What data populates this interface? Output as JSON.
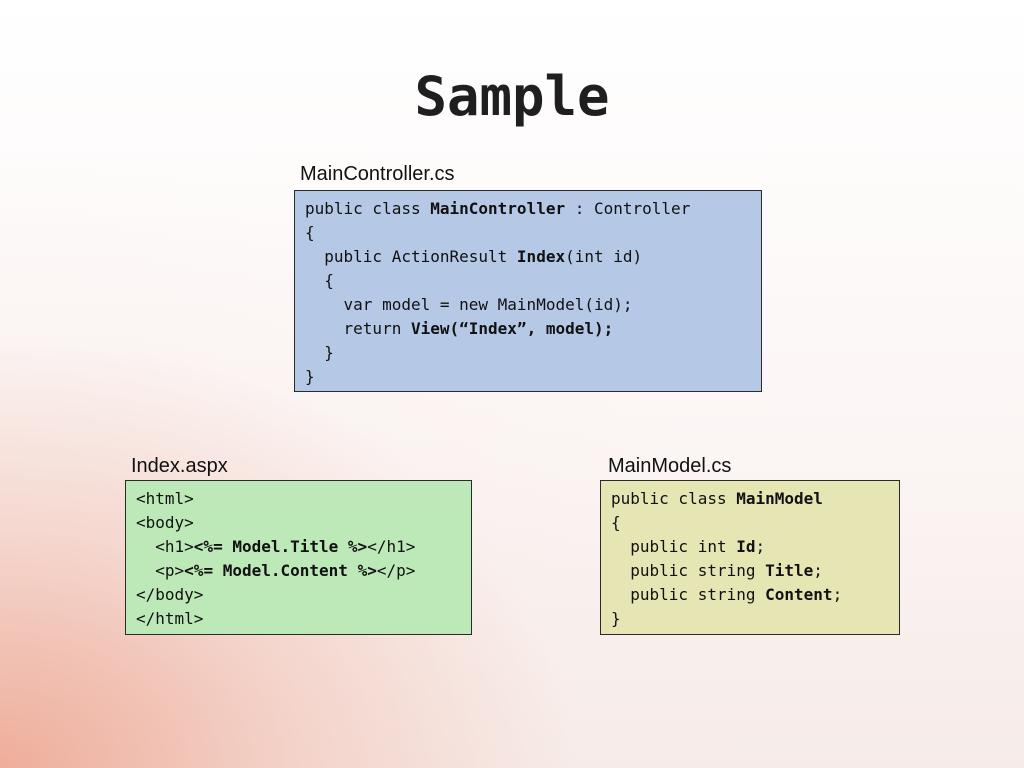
{
  "slide": {
    "title": "Sample"
  },
  "controller": {
    "filename": "MainController.cs",
    "lines": [
      [
        {
          "t": "public class "
        },
        {
          "t": "MainController",
          "b": true
        },
        {
          "t": " : Controller"
        }
      ],
      [
        {
          "t": "{"
        }
      ],
      [
        {
          "t": "  public ActionResult "
        },
        {
          "t": "Index",
          "b": true
        },
        {
          "t": "(int id)"
        }
      ],
      [
        {
          "t": "  {"
        }
      ],
      [
        {
          "t": "    var model = new MainModel(id);"
        }
      ],
      [
        {
          "t": "    return "
        },
        {
          "t": "View(“Index”, model);",
          "b": true
        }
      ],
      [
        {
          "t": "  }"
        }
      ],
      [
        {
          "t": "}"
        }
      ]
    ]
  },
  "view": {
    "filename": "Index.aspx",
    "lines": [
      [
        {
          "t": "<html>"
        }
      ],
      [
        {
          "t": "<body>"
        }
      ],
      [
        {
          "t": "  <h1>"
        },
        {
          "t": "<%= Model.Title %>",
          "b": true
        },
        {
          "t": "</h1>"
        }
      ],
      [
        {
          "t": "  <p>"
        },
        {
          "t": "<%= Model.Content %>",
          "b": true
        },
        {
          "t": "</p>"
        }
      ],
      [
        {
          "t": "</body>"
        }
      ],
      [
        {
          "t": "</html>"
        }
      ]
    ]
  },
  "model": {
    "filename": "MainModel.cs",
    "lines": [
      [
        {
          "t": "public class "
        },
        {
          "t": "MainModel",
          "b": true
        }
      ],
      [
        {
          "t": "{"
        }
      ],
      [
        {
          "t": "  public int "
        },
        {
          "t": "Id",
          "b": true
        },
        {
          "t": ";"
        }
      ],
      [
        {
          "t": "  public string "
        },
        {
          "t": "Title",
          "b": true
        },
        {
          "t": ";"
        }
      ],
      [
        {
          "t": "  public string "
        },
        {
          "t": "Content",
          "b": true
        },
        {
          "t": ";"
        }
      ],
      [
        {
          "t": "}"
        }
      ]
    ]
  },
  "colors": {
    "controller_bg": "#b5c8e6",
    "view_bg": "#bde8b8",
    "model_bg": "#e6e6b5"
  }
}
